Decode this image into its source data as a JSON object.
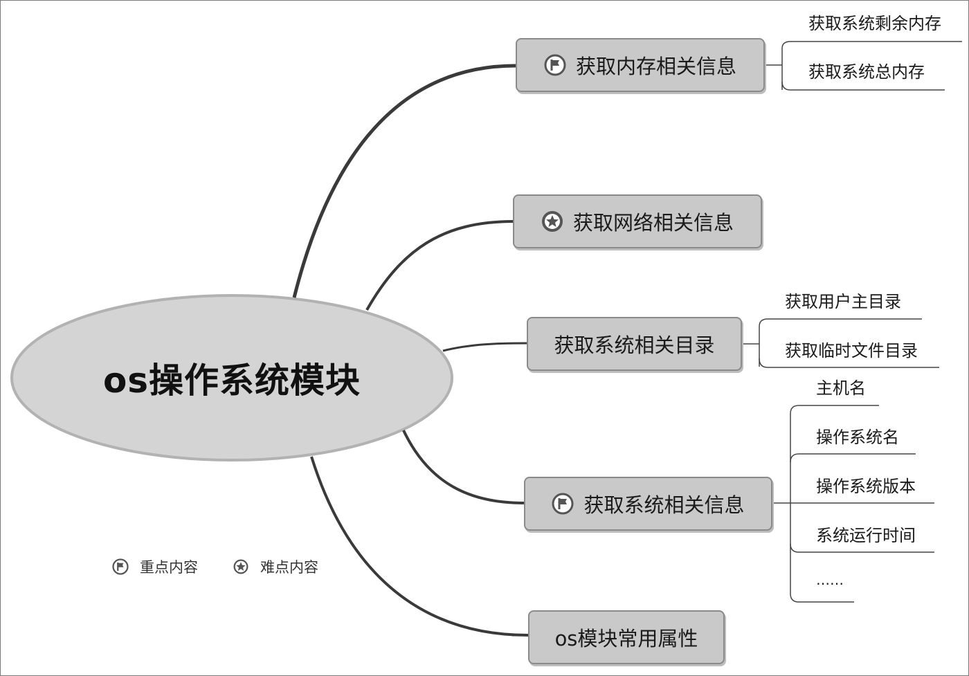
{
  "root": {
    "label": "os操作系统模块"
  },
  "branches": [
    {
      "label": "获取内存相关信息",
      "marker": "flag-icon",
      "children": [
        "获取系统剩余内存",
        "获取系统总内存"
      ]
    },
    {
      "label": "获取网络相关信息",
      "marker": "star-icon",
      "children": []
    },
    {
      "label": "获取系统相关目录",
      "marker": "",
      "children": [
        "获取用户主目录",
        "获取临时文件目录"
      ]
    },
    {
      "label": "获取系统相关信息",
      "marker": "flag-icon",
      "children": [
        "主机名",
        "操作系统名",
        "操作系统版本",
        "系统运行时间",
        "……"
      ]
    },
    {
      "label": "os模块常用属性",
      "marker": "",
      "children": []
    }
  ],
  "legend": [
    {
      "marker": "flag-icon",
      "label": "重点内容"
    },
    {
      "marker": "star-icon",
      "label": "难点内容"
    }
  ],
  "colors": {
    "node_fill": "#c9c9c9",
    "node_border": "#8a8a8a",
    "root_fill": "#d4d4d4",
    "connector": "#3a3a3a"
  }
}
